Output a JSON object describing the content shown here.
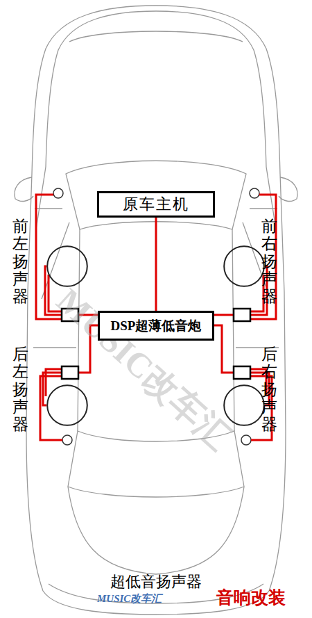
{
  "diagram": {
    "nodes": [
      {
        "text": [
          "原车主机"
        ]
      },
      {
        "text": [
          "DSP超薄低音炮"
        ]
      },
      {
        "text": [
          "前左扬声器"
        ]
      },
      {
        "text": [
          "前右扬声器"
        ]
      },
      {
        "text": [
          "后左扬声器"
        ]
      },
      {
        "text": [
          "后右扬声器"
        ]
      }
    ],
    "edges": [
      {
        "from": 0,
        "to": 1,
        "arrow": "none"
      },
      {
        "from": 1,
        "to": 2,
        "arrow": "none"
      },
      {
        "from": 1,
        "to": 3,
        "arrow": "none"
      },
      {
        "from": 1,
        "to": 4,
        "arrow": "none"
      },
      {
        "from": 1,
        "to": 5,
        "arrow": "none"
      }
    ],
    "labels": [
      "超低音扬声器",
      "MUSIC改车汇",
      "MUSIC改车汇",
      "音响改装"
    ]
  }
}
